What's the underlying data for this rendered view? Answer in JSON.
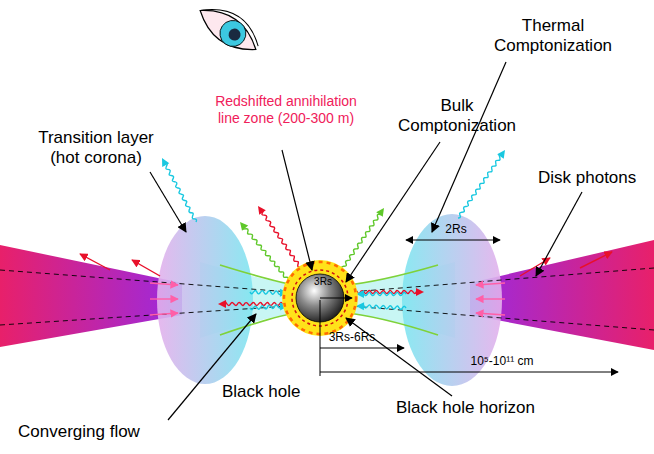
{
  "diagram": {
    "labels": [
      "Thermal Comptonization",
      "Bulk Comptonization",
      "Transition layer (hot corona)",
      "Redshifted annihilation line zone (200-300 m)",
      "Disk photons",
      "3Rs",
      "2Rs",
      "3Rs-6Rs",
      "10⁵-10¹¹ cm",
      "Black hole",
      "Converging flow",
      "Black hole horizon"
    ]
  }
}
